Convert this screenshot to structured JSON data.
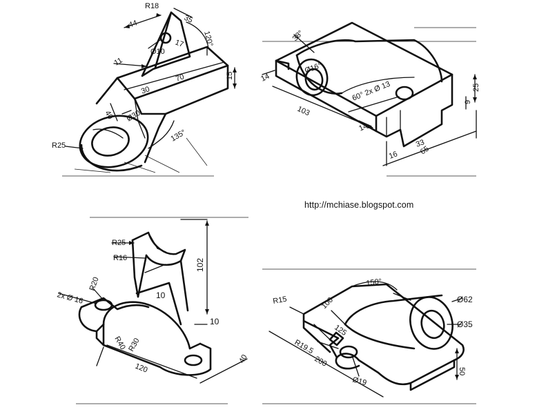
{
  "watermark": "http://mchiase.blogspot.com",
  "drawings": {
    "part1": {
      "dims": [
        "R18",
        "44",
        "35",
        "Ø10",
        "17",
        "120°",
        "11",
        "70",
        "15",
        "30",
        "40",
        "Ø30",
        "R25",
        "135°"
      ]
    },
    "part2": {
      "dims": [
        "38°",
        "14",
        "Ø16°",
        "103",
        "60° 2x Ø 13",
        "14",
        "25",
        "9",
        "33",
        "16",
        "65"
      ]
    },
    "part3": {
      "dims": [
        "R25",
        "R16",
        "102",
        "R20",
        "2x Ø 16",
        "10",
        "10",
        "R40",
        "R30",
        "120",
        "40"
      ]
    },
    "part4": {
      "dims": [
        "150°",
        "Ø62",
        "R15",
        "100",
        "Ø35",
        "125",
        "R19.5",
        "200",
        "Ø19",
        "50"
      ]
    }
  }
}
